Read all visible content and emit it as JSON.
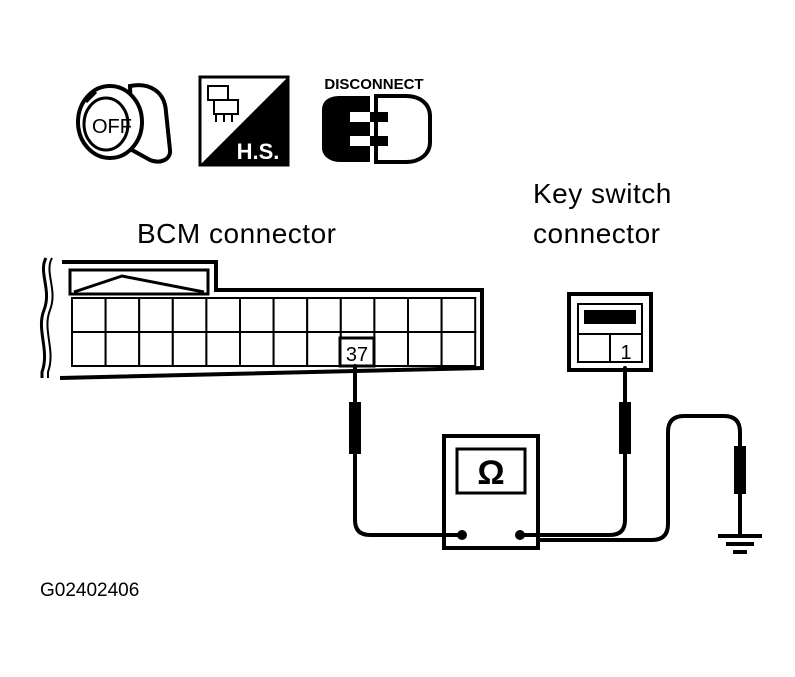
{
  "icons": {
    "ignition": {
      "name": "ignition-key-off-icon",
      "text": "OFF"
    },
    "harness": {
      "name": "harness-side-icon",
      "text": "H.S."
    },
    "disconnect": {
      "name": "disconnect-connector-icon",
      "text": "DISCONNECT"
    }
  },
  "labels": {
    "bcm_connector": "BCM connector",
    "key_switch_line1": "Key switch",
    "key_switch_line2": "connector",
    "figure_code": "G02402406"
  },
  "terminals": {
    "bcm": "37",
    "key_switch": "1"
  },
  "meter": {
    "symbol": "Ω"
  },
  "colors": {
    "ink": "#000000",
    "paper": "#ffffff"
  }
}
